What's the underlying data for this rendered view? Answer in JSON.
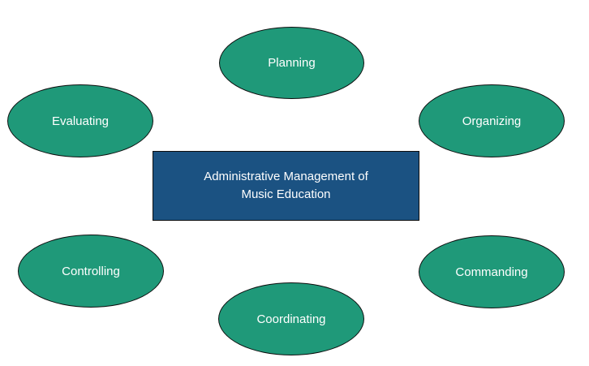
{
  "diagram": {
    "center": {
      "line1": "Administrative Management of",
      "line2": "Music Education"
    },
    "nodes": {
      "planning": "Planning",
      "organizing": "Organizing",
      "commanding": "Commanding",
      "coordinating": "Coordinating",
      "controlling": "Controlling",
      "evaluating": "Evaluating"
    }
  },
  "colors": {
    "ellipse_fill": "#1f9979",
    "center_fill": "#1b5282",
    "text": "#ffffff",
    "outline": "#0d0d0d"
  }
}
